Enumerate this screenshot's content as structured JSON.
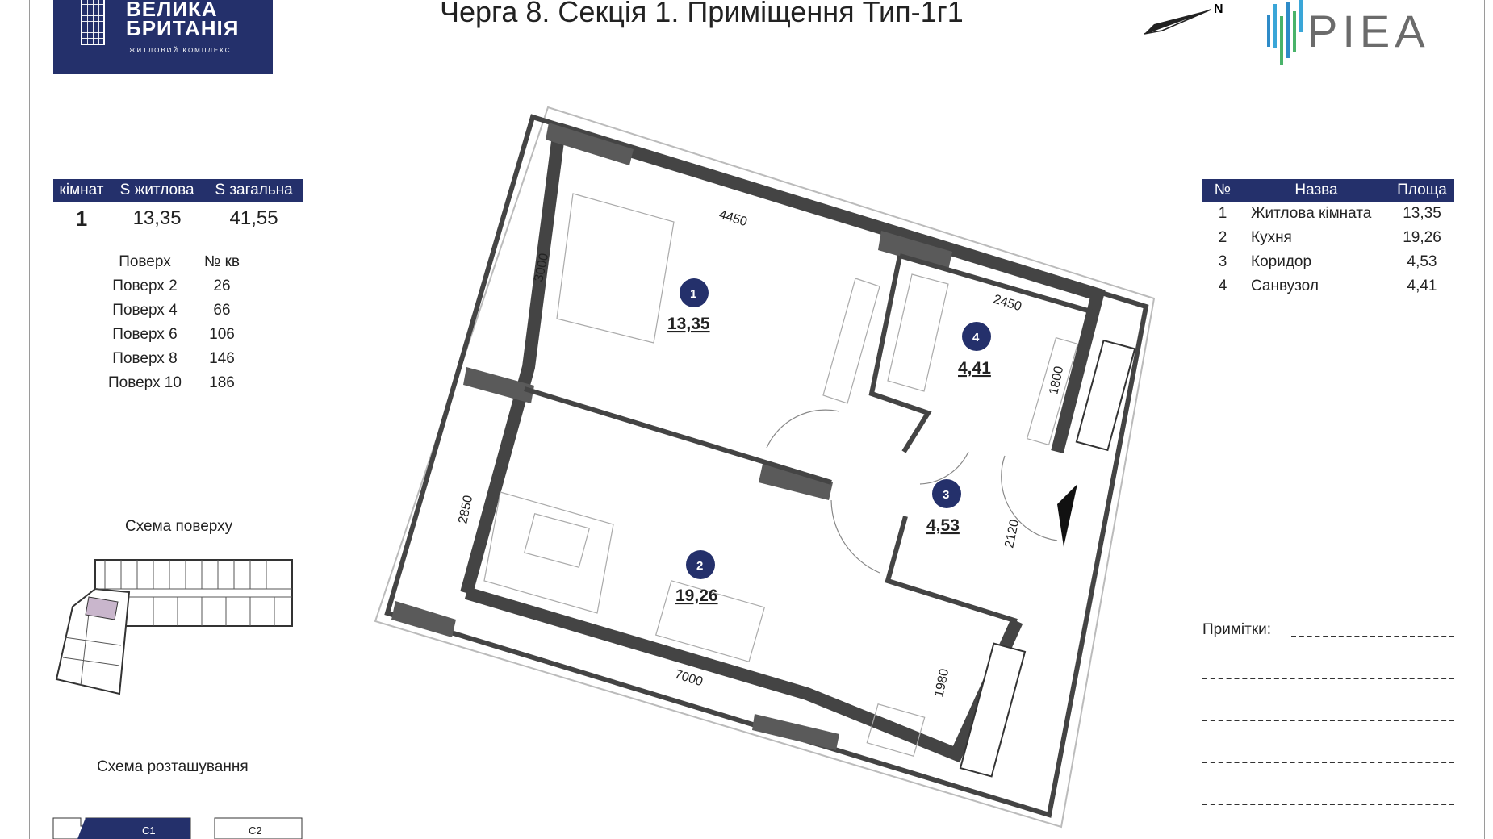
{
  "header": {
    "logo_line1": "ВЕЛИКА",
    "logo_line2": "БРИТАНІЯ",
    "logo_sub": "ЖИТЛОВИЙ КОМПЛЕКС",
    "title": "Черга 8. Секція 1. Приміщення Тип-1г1",
    "north_label": "N",
    "brand": "PIEA"
  },
  "summary": {
    "headers": [
      "кімнат",
      "S житлова",
      "S загальна"
    ],
    "values": [
      "1",
      "13,35",
      "41,55"
    ]
  },
  "floors": {
    "headers": [
      "Поверх",
      "№ кв"
    ],
    "rows": [
      [
        "Поверх 2",
        "26"
      ],
      [
        "Поверх 4",
        "66"
      ],
      [
        "Поверх 6",
        "106"
      ],
      [
        "Поверх 8",
        "146"
      ],
      [
        "Поверх 10",
        "186"
      ]
    ]
  },
  "floor_scheme_label": "Схема поверху",
  "location_scheme_label": "Схема розташування",
  "location": {
    "block1": "С1",
    "block2": "С2"
  },
  "rooms_table": {
    "headers": [
      "№",
      "Назва",
      "Площа"
    ],
    "rows": [
      [
        "1",
        "Житлова кімната",
        "13,35"
      ],
      [
        "2",
        "Кухня",
        "19,26"
      ],
      [
        "3",
        "Коридор",
        "4,53"
      ],
      [
        "4",
        "Санвузол",
        "4,41"
      ]
    ]
  },
  "notes_label": "Примітки:",
  "plan": {
    "rooms": [
      {
        "num": "1",
        "area": "13,35"
      },
      {
        "num": "2",
        "area": "19,26"
      },
      {
        "num": "3",
        "area": "4,53"
      },
      {
        "num": "4",
        "area": "4,41"
      }
    ],
    "dimensions": [
      "4450",
      "3000",
      "2450",
      "1800",
      "2850",
      "7000",
      "2120",
      "1980"
    ]
  },
  "colors": {
    "brand_navy": "#24306b",
    "wall": "#555555"
  }
}
